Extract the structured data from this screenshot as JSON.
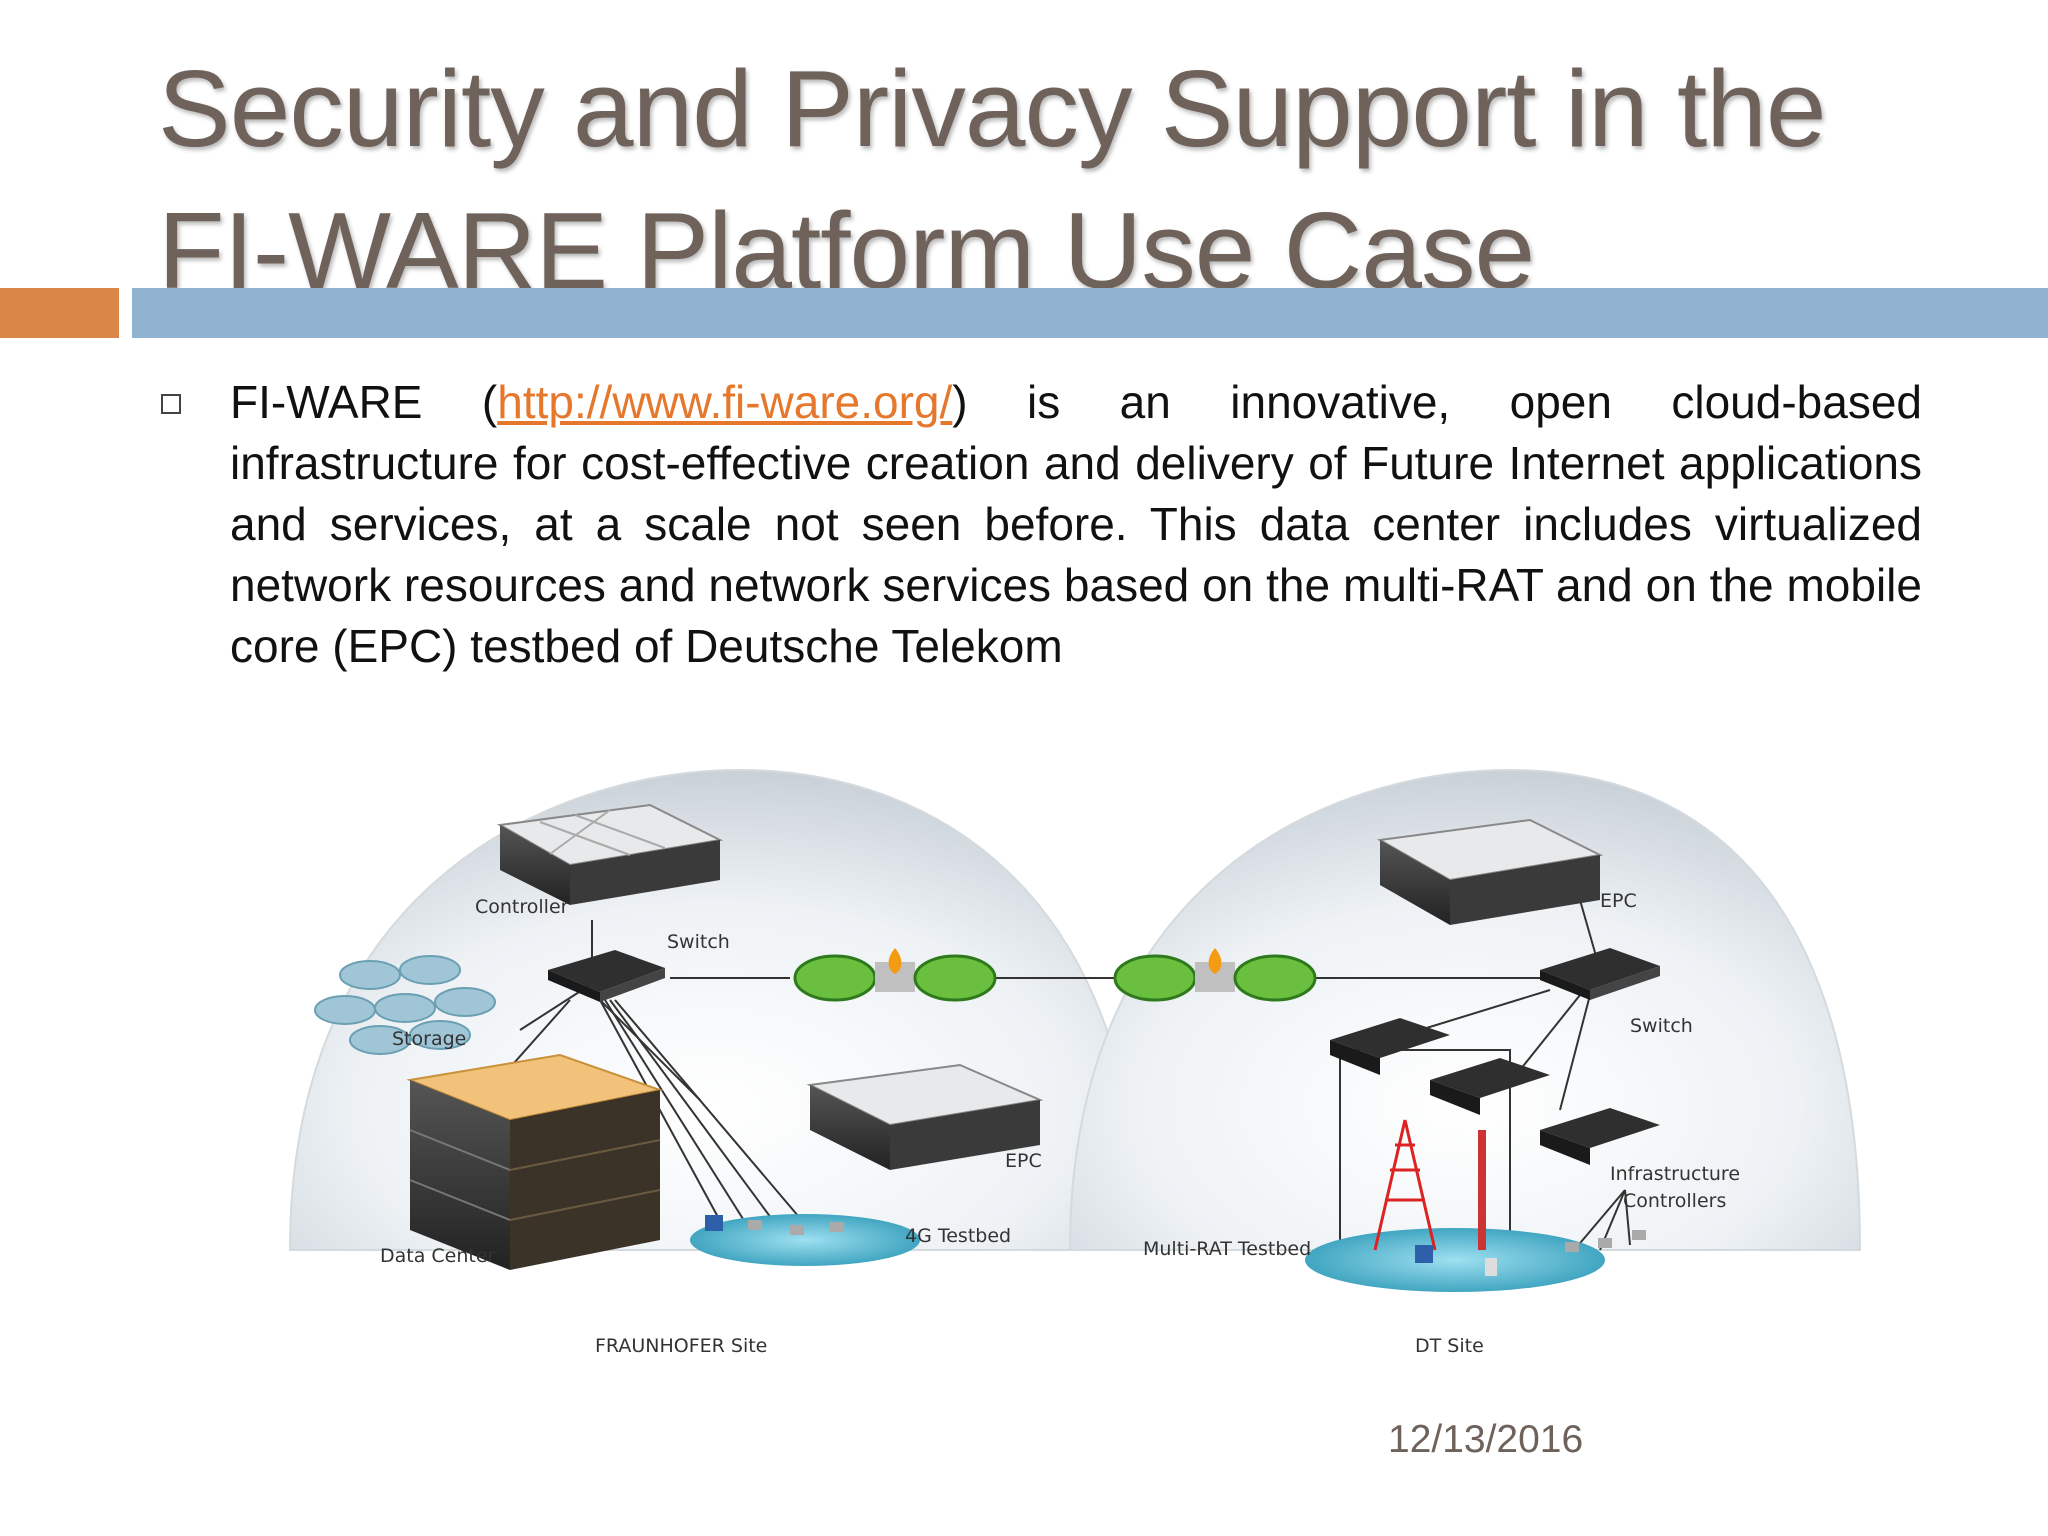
{
  "slide": {
    "title_line1": "Security and Privacy Support in the",
    "title_line2": "FI-WARE Platform Use Case",
    "colors": {
      "title": "#6e625b",
      "accent_orange": "#db8649",
      "accent_blue": "#8fb3d1",
      "link": "#e5782c"
    },
    "bullet": {
      "text_before": "FI-WARE (",
      "link_text": "http://www.fi-ware.org/",
      "text_after": ") is an innovative, open cloud-based infrastructure for cost-effective creation and delivery of Future Internet applications and services, at a scale not seen before. This data center includes virtualized network resources and network services based on the multi-RAT and on the mobile core (EPC) testbed of Deutsche Telekom"
    },
    "diagram": {
      "controller": "Controller",
      "switch_left": "Switch",
      "storage": "Storage",
      "data_center": "Data Center",
      "epc_left": "EPC",
      "testbed_4g": "4G Testbed",
      "site_left": "FRAUNHOFER Site",
      "epc_right": "EPC",
      "switch_right": "Switch",
      "infra_line1": "Infrastructure",
      "infra_line2": "Controllers",
      "multi_rat": "Multi-RAT Testbed",
      "site_right": "DT Site"
    },
    "date": "12/13/2016"
  }
}
